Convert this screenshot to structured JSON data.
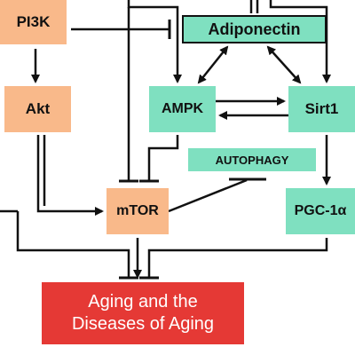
{
  "diagram": {
    "nodes": {
      "pi3k": "PI3K",
      "akt": "Akt",
      "adiponectin": "Adiponectin",
      "ampk": "AMPK",
      "sirt1": "Sirt1",
      "autophagy": "AUTOPHAGY",
      "mtor": "mTOR",
      "pgc1a": "PGC-1α",
      "aging_line1": "Aging and the",
      "aging_line2": "Diseases of Aging"
    },
    "edges": [
      {
        "from": "PI3K",
        "to": "Akt",
        "type": "activation"
      },
      {
        "from": "PI3K",
        "to": "Adiponectin",
        "type": "inhibition"
      },
      {
        "from": "Adiponectin",
        "to": "AMPK",
        "type": "bidirectional"
      },
      {
        "from": "Adiponectin",
        "to": "Sirt1",
        "type": "bidirectional"
      },
      {
        "from": "AMPK",
        "to": "Sirt1",
        "type": "activation"
      },
      {
        "from": "Sirt1",
        "to": "AMPK",
        "type": "activation"
      },
      {
        "from": "Sirt1",
        "to": "PGC-1α",
        "type": "activation"
      },
      {
        "from": "Akt",
        "to": "mTOR",
        "type": "activation"
      },
      {
        "from": "AMPK",
        "to": "mTOR",
        "type": "inhibition"
      },
      {
        "from": "mTOR",
        "to": "AUTOPHAGY",
        "type": "inhibition"
      },
      {
        "from": "mTOR",
        "to": "Aging and the Diseases of Aging",
        "type": "activation"
      },
      {
        "from": "PGC-1α",
        "to": "Aging and the Diseases of Aging",
        "type": "inhibition"
      }
    ],
    "colors": {
      "upstream_box": "#f9b98a",
      "effector_box": "#7fe0c0",
      "outcome_box": "#e53935",
      "line": "#111111"
    }
  }
}
